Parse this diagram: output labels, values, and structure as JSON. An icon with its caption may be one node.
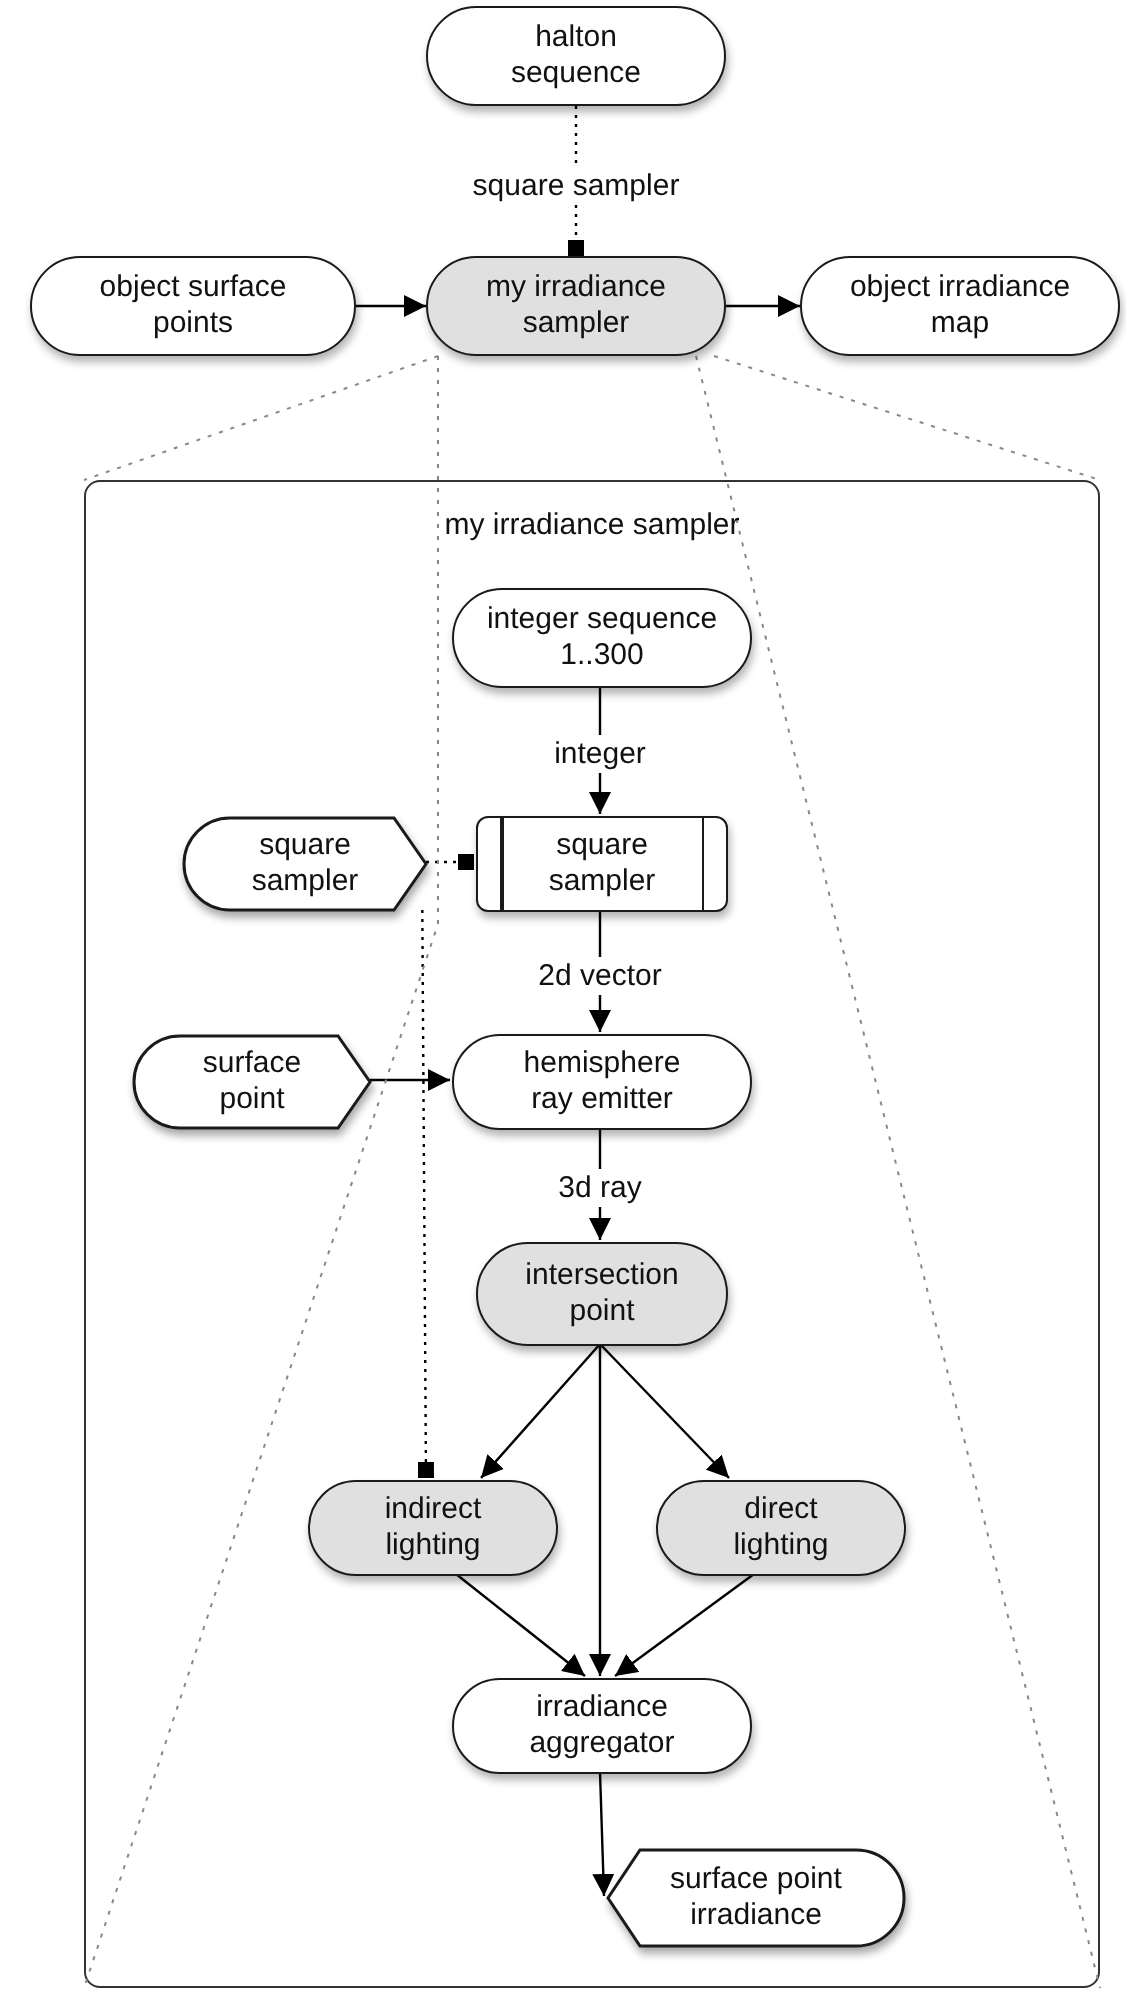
{
  "diagram": {
    "nodes": [
      {
        "text": [
          "halton sequence"
        ]
      },
      {
        "text": [
          "object surface points"
        ]
      },
      {
        "text": [
          "my irradiance sampler"
        ]
      },
      {
        "text": [
          "object irradiance map"
        ]
      },
      {
        "text": [
          "my irradiance sampler"
        ]
      },
      {
        "text": [
          "integer sequence 1..300"
        ],
        "in": 4
      },
      {
        "text": [
          "square sampler"
        ],
        "in": 4
      },
      {
        "text": [
          "square sampler"
        ],
        "in": 4
      },
      {
        "text": [
          "surface point"
        ],
        "in": 4
      },
      {
        "text": [
          "hemisphere ray emitter"
        ],
        "in": 4
      },
      {
        "text": [
          "intersection point"
        ],
        "in": 4
      },
      {
        "text": [
          "indirect lighting"
        ],
        "in": 4
      },
      {
        "text": [
          "direct lighting"
        ],
        "in": 4
      },
      {
        "text": [
          "irradiance aggregator"
        ],
        "in": 4
      },
      {
        "text": [
          "surface point irradiance"
        ],
        "in": 4
      }
    ],
    "edges": [
      {
        "from": 0,
        "to": 2,
        "arrow": "other",
        "label": "square sampler",
        "style": "dashed"
      },
      {
        "from": 1,
        "to": 2,
        "arrow": "to"
      },
      {
        "from": 2,
        "to": 3,
        "arrow": "to"
      },
      {
        "from": 5,
        "to": 7,
        "arrow": "to",
        "label": "integer"
      },
      {
        "from": 6,
        "to": 7,
        "arrow": "other",
        "style": "dashed"
      },
      {
        "from": 6,
        "to": 11,
        "arrow": "other",
        "style": "dashed"
      },
      {
        "from": 7,
        "to": 9,
        "arrow": "to",
        "label": "2d vector"
      },
      {
        "from": 8,
        "to": 9,
        "arrow": "to"
      },
      {
        "from": 9,
        "to": 10,
        "arrow": "to",
        "label": "3d ray"
      },
      {
        "from": 10,
        "to": 11,
        "arrow": "to"
      },
      {
        "from": 10,
        "to": 13,
        "arrow": "to"
      },
      {
        "from": 10,
        "to": 12,
        "arrow": "to"
      },
      {
        "from": 11,
        "to": 13,
        "arrow": "to"
      },
      {
        "from": 12,
        "to": 13,
        "arrow": "to"
      },
      {
        "from": 13,
        "to": 14,
        "arrow": "to"
      },
      {
        "from": 2,
        "to": 4,
        "arrow": "none",
        "style": "dashed",
        "color": "#888888"
      },
      {
        "from": 2,
        "to": 4,
        "arrow": "none",
        "style": "dashed",
        "color": "#888888"
      },
      {
        "from": 2,
        "to": 4,
        "arrow": "none",
        "style": "dashed",
        "color": "#888888"
      },
      {
        "from": 2,
        "to": 4,
        "arrow": "none",
        "style": "dashed",
        "color": "#888888"
      }
    ]
  }
}
